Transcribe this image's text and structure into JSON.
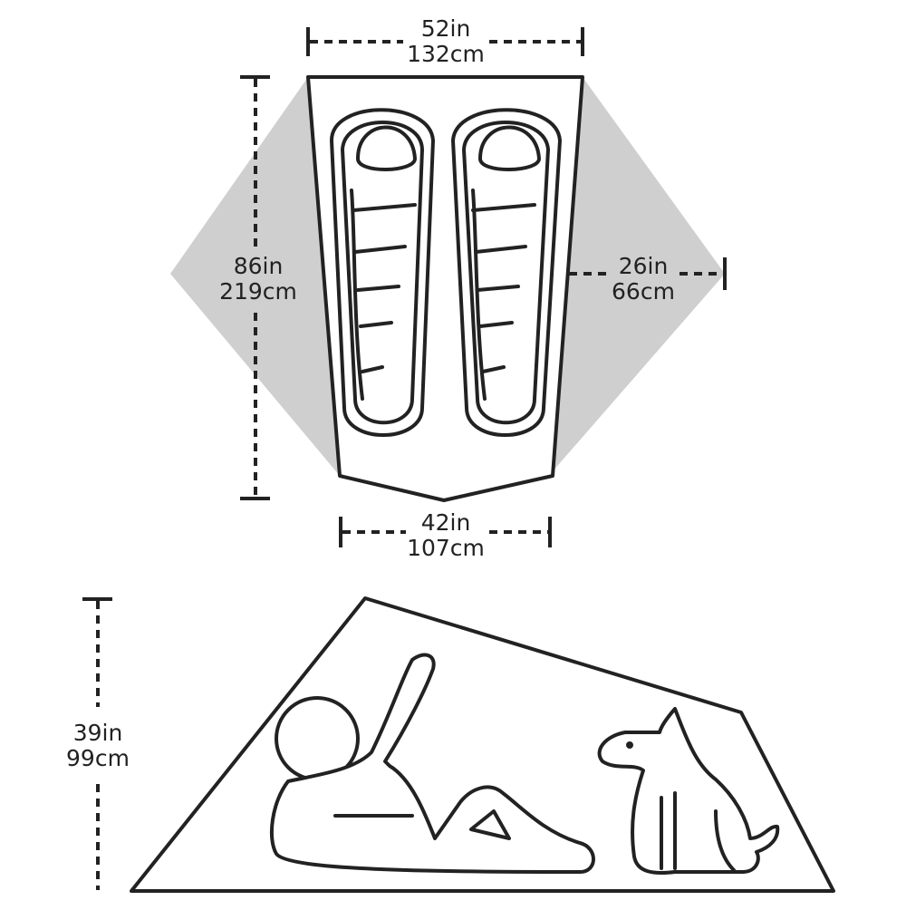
{
  "floor_plan": {
    "width_top": {
      "in": "52in",
      "cm": "132cm"
    },
    "length": {
      "in": "86in",
      "cm": "219cm"
    },
    "vestibule_depth": {
      "in": "26in",
      "cm": "66cm"
    },
    "width_bottom": {
      "in": "42in",
      "cm": "107cm"
    }
  },
  "side_profile": {
    "height": {
      "in": "39in",
      "cm": "99cm"
    }
  },
  "colors": {
    "line": "#222222",
    "vestibule": "#cfcfcf",
    "background": "#ffffff"
  },
  "icons": [
    "sleeping-bag-icon",
    "person-reclining-icon",
    "dog-sitting-icon"
  ]
}
